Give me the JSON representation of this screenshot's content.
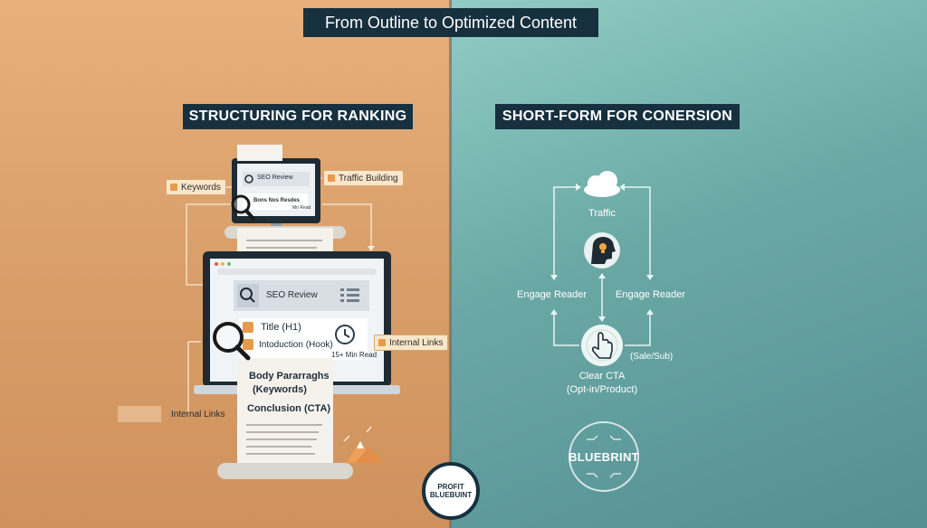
{
  "header": {
    "title": "From Outline to Optimized Content"
  },
  "left": {
    "section_title": "STRUCTURING FOR RANKING",
    "tags": {
      "keywords": "Keywords",
      "traffic_building": "Traffic Building",
      "internal_links_right": "Internal Links",
      "internal_links_left": "Internal Links"
    },
    "small_monitor": {
      "search_label": "SEO Review",
      "line1": "Bons Nos Resdes",
      "badge": "Mn Read"
    },
    "laptop": {
      "search_label": "SEO Review",
      "title_item": "Title (H1)",
      "intro_item": "Intoduction (Hook)",
      "read_time": "15+ Min Read"
    },
    "document": {
      "body": "Body Pararraghs",
      "keywords": "(Keywords)",
      "conclusion": "Conclusion (CTA)"
    }
  },
  "right": {
    "section_title": "SHORT-FORM FOR CONERSION",
    "traffic": "Traffic",
    "engage_left": "Engage Reader",
    "engage_right": "Engage Reader",
    "sale_sub": "(Sale/Sub)",
    "cta_line1": "Clear CTA",
    "cta_line2": "(Opt-in/Product)",
    "badge": "BLUEBRINT"
  },
  "logo": {
    "line1": "PROFIT",
    "line2": "BLUEBUINT"
  },
  "colors": {
    "navy": "#17303f",
    "accent_orange": "#e89a4a",
    "teal": "#6aa8a5"
  }
}
